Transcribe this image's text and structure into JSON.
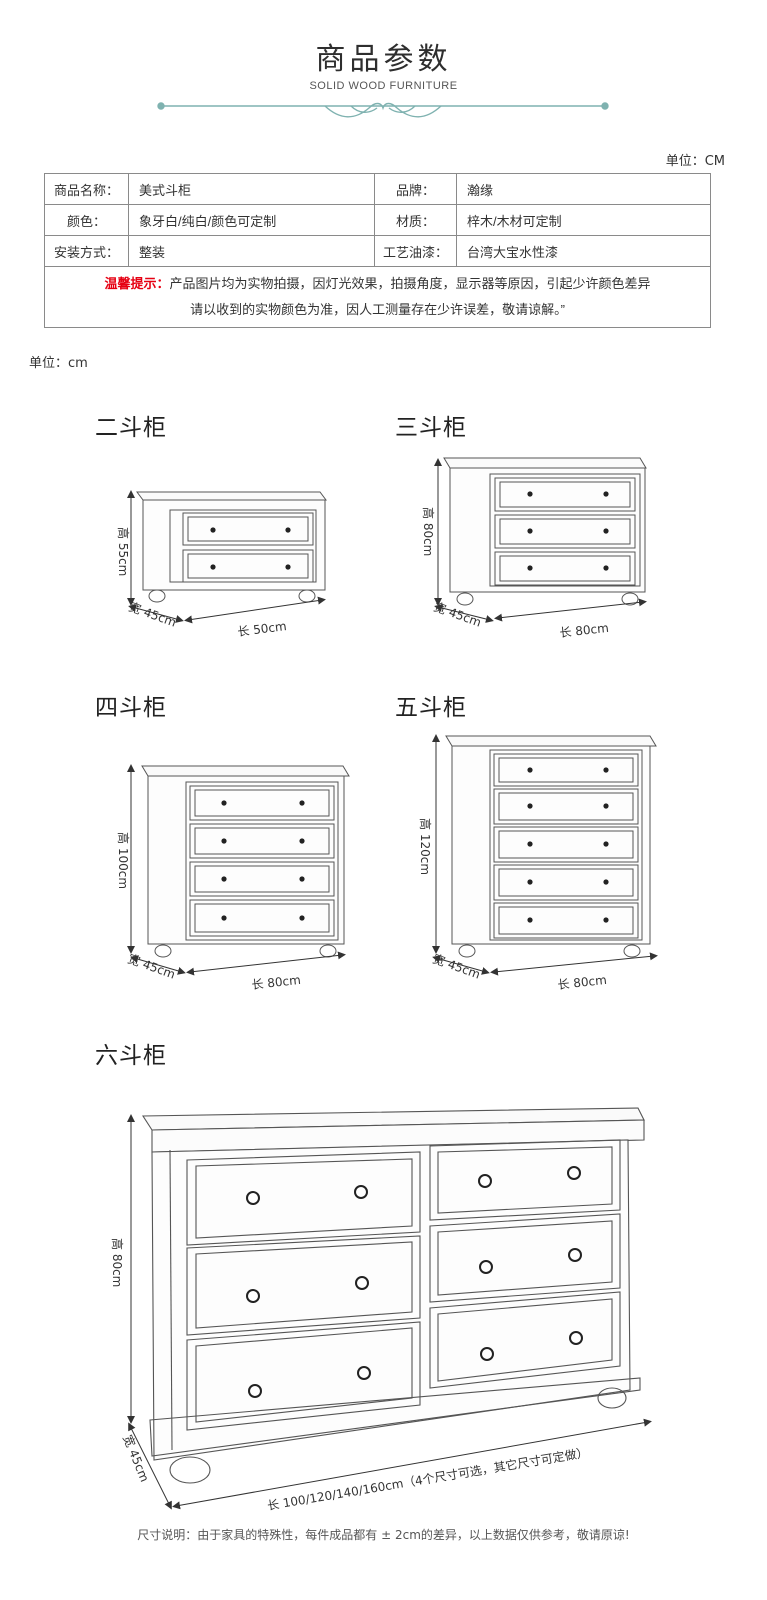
{
  "header": {
    "title": "商品参数",
    "subtitle": "SOLID WOOD FURNITURE"
  },
  "unit_top": "单位：CM",
  "spec": {
    "rows": [
      {
        "label1": "商品名称：",
        "value1": "美式斗柜",
        "label2": "品牌：",
        "value2": "瀚缘"
      },
      {
        "label1": "颜色：",
        "value1": "象牙白/纯白/颜色可定制",
        "label2": "材质：",
        "value2": "梓木/木材可定制"
      },
      {
        "label1": "安装方式：",
        "value1": "整装",
        "label2": "工艺油漆：",
        "value2": "台湾大宝水性漆"
      }
    ],
    "notice_label": "温馨提示：",
    "notice_line1": "产品图片均为实物拍摄，因灯光效果，拍摄角度，显示器等原因，引起少许颜色差异",
    "notice_line2": "请以收到的实物颜色为准，因人工测量存在少许误差，敬请谅解。”"
  },
  "unit_mid": "单位：cm",
  "cabinets": [
    {
      "title": "二斗柜",
      "height_label": "高 55cm",
      "width_label": "宽 45cm",
      "length_label": "长 50cm"
    },
    {
      "title": "三斗柜",
      "height_label": "高 80cm",
      "width_label": "宽 45cm",
      "length_label": "长 80cm"
    },
    {
      "title": "四斗柜",
      "height_label": "高 100cm",
      "width_label": "宽 45cm",
      "length_label": "长 80cm"
    },
    {
      "title": "五斗柜",
      "height_label": "高 120cm",
      "width_label": "宽 45cm",
      "length_label": "长 80cm"
    },
    {
      "title": "六斗柜",
      "height_label": "高 80cm",
      "width_label": "宽 45cm",
      "length_label": "长 100/120/140/160cm（4个尺寸可选，其它尺寸可定做）"
    }
  ],
  "footer_note": "尺寸说明：由于家具的特殊性，每件成品都有 ± 2cm的差异，以上数据仅供参考，敬请原谅!",
  "colors": {
    "accent_teal": "#7fb2b0",
    "notice_red": "#e60012",
    "sketch_line": "#555555"
  }
}
